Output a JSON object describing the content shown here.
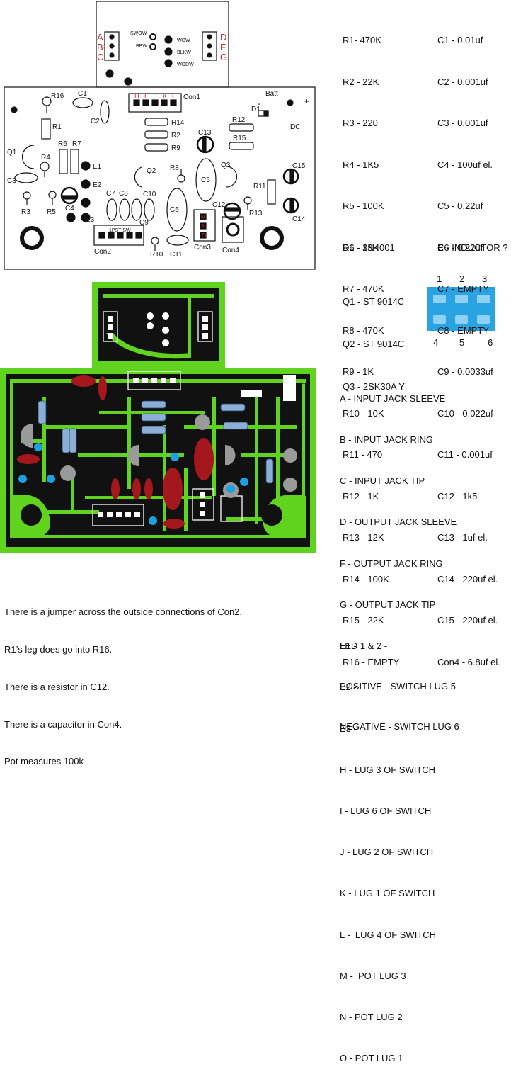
{
  "top_board": {
    "switch_labels": [
      "SWOW",
      "BBW"
    ],
    "wire_labels": [
      "WOW",
      "BLKW",
      "WODW"
    ],
    "jack_left_letters": [
      "A",
      "B",
      "C"
    ],
    "jack_right_letters": [
      "D",
      "F",
      "G"
    ],
    "con1_letters": [
      "H",
      "I",
      "J",
      "K",
      "L"
    ],
    "con1_label": "Con1",
    "batt_label": "Batt",
    "dc_label": "DC",
    "plus": "+",
    "minus": "-",
    "con2_label": "Con2",
    "con2_inner": "1PST SW",
    "con3_label": "Con3",
    "con3_letters": [
      "M",
      "N",
      "O"
    ],
    "con4_label": "Con4",
    "parts": {
      "r16": "R16",
      "c1": "C1",
      "c2": "C2",
      "r1": "R1",
      "q1": "Q1",
      "r4": "R4",
      "r6": "R6",
      "r7": "R7",
      "e1": "E1",
      "c3": "C3",
      "e2": "E2",
      "c4": "C4",
      "e3": "E3",
      "r3": "R3",
      "r5": "R5",
      "r14": "R14",
      "r2": "R2",
      "r9": "R9",
      "q2": "Q2",
      "r8": "R8",
      "c7": "C7",
      "c8": "C8",
      "c10": "C10",
      "c9": "C9",
      "c6": "C6",
      "r10": "R10",
      "c11": "C11",
      "c13": "C13",
      "c5": "C5",
      "q3": "Q3",
      "r12": "R12",
      "r15": "R15",
      "d1": "D1",
      "c12": "C12",
      "r13": "R13",
      "r11": "R11",
      "c15": "C15",
      "c14": "C14"
    }
  },
  "parts_list_left": [
    "R1- 470K",
    "R2 - 22K",
    "R3 - 220",
    "R4 - 1K5",
    "R5 - 100K",
    "R6 - 33K",
    "R7 - 470K",
    "R8 - 470K",
    "R9 - 1K",
    "R10 - 10K",
    "R11 - 470",
    "R12 - 1K",
    "R13 - 12K",
    "R14 - 100K",
    "R15 - 22K",
    "R16 - EMPTY"
  ],
  "parts_list_right": [
    "C1 - 0.01uf",
    "C2 - 0.001uf",
    "C3 - 0.001uf",
    "C4 - 100uf el.",
    "C5 - 0.22uf",
    "C6 - 0.22uf",
    "C7 - EMPTY",
    "C8 - EMPTY",
    "C9 - 0.0033uf",
    "C10 - 0.022uf",
    "C11 - 0.001uf",
    "C12 - 1k5",
    "C13 - 1uf el.",
    "C14 - 220uf el.",
    "C15 - 220uf el.",
    "Con4 - 6.8uf el."
  ],
  "d1": "D1 - 1N4001",
  "inductor": "E - INDUCTOR ?",
  "transistors": [
    "Q1 - ST 9014C",
    "Q2 - ST 9014C",
    "Q3 - 2SK30A Y"
  ],
  "switch_pins_top": [
    "1",
    "2",
    "3"
  ],
  "switch_pins_bottom": [
    "4",
    "5",
    "6"
  ],
  "connections": [
    "A - INPUT JACK SLEEVE",
    "B - INPUT JACK RING",
    "C - INPUT JACK TIP",
    "D - OUTPUT JACK SLEEVE",
    "F - OUTPUT JACK RING",
    "G - OUTPUT JACK TIP",
    "E1 -",
    "E2 -",
    "E3 -",
    "H - LUG 3 OF SWITCH",
    "I - LUG 6 OF SWITCH",
    "J - LUG 2 OF SWITCH",
    "K - LUG 1 OF SWITCH",
    "L -  LUG 4 OF SWITCH",
    "M -  POT LUG 3",
    "N - POT LUG 2",
    "O - POT LUG 1"
  ],
  "led_lines": [
    "LED 1 & 2 -",
    "POSITIVE - SWITCH LUG 5",
    "NEGATIVE - SWITCH LUG 6"
  ],
  "notes": [
    "There is a jumper across the outside connections of Con2.",
    "R1’s leg does go into R16.",
    "There is a resistor in C12.",
    "There is a capacitor in Con4.",
    "Pot measures 100k"
  ],
  "colors": {
    "pcb_green": "#5fd31e",
    "trace_black": "#111111",
    "resistor_blue": "#8aaed6",
    "cap_red": "#a3171d",
    "pad_cyan": "#1e9fe0",
    "switch_blue": "#2aa3e3",
    "label_red": "#d42020"
  }
}
